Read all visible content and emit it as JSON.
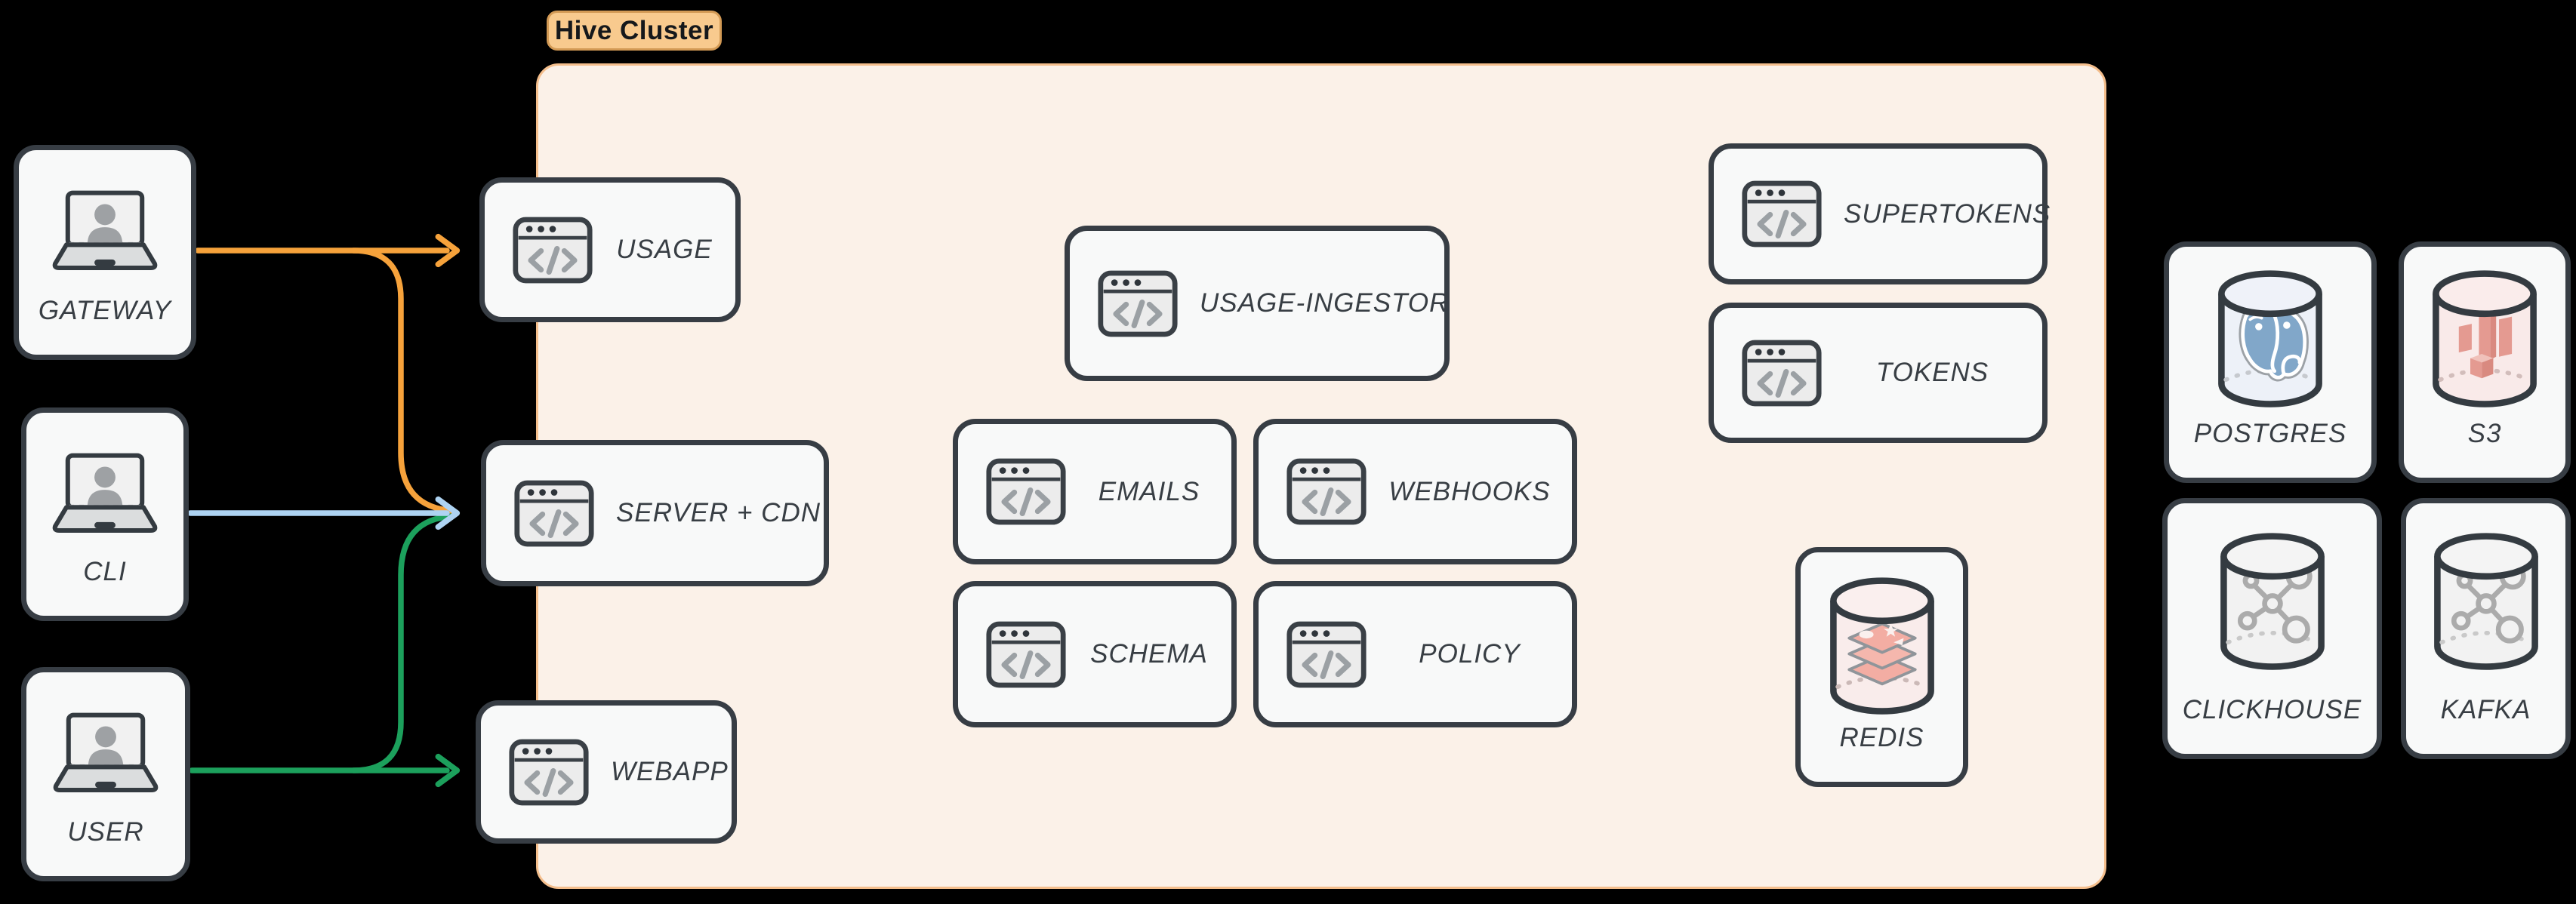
{
  "diagram": {
    "type": "architecture",
    "cluster": {
      "label": "Hive Cluster",
      "fill": "#FBF1E8",
      "border": "#F4BE8C",
      "label_bg": "#F8CA8E",
      "label_border": "#D39A55"
    },
    "clients": {
      "gateway": {
        "label": "GATEWAY",
        "icon": "laptop-user-icon"
      },
      "cli": {
        "label": "CLI",
        "icon": "laptop-user-icon"
      },
      "user": {
        "label": "USER",
        "icon": "laptop-user-icon"
      }
    },
    "services": {
      "usage": {
        "label": "USAGE",
        "icon": "code-window-icon"
      },
      "server_cdn": {
        "label": "SERVER + CDN",
        "icon": "code-window-icon"
      },
      "webapp": {
        "label": "WEBAPP",
        "icon": "code-window-icon"
      },
      "usage_ingestor": {
        "label": "USAGE-INGESTOR",
        "icon": "code-window-icon"
      },
      "emails": {
        "label": "EMAILS",
        "icon": "code-window-icon"
      },
      "webhooks": {
        "label": "WEBHOOKS",
        "icon": "code-window-icon"
      },
      "schema": {
        "label": "SCHEMA",
        "icon": "code-window-icon"
      },
      "policy": {
        "label": "POLICY",
        "icon": "code-window-icon"
      },
      "supertokens": {
        "label": "SUPERTOKENS",
        "icon": "code-window-icon"
      },
      "tokens": {
        "label": "TOKENS",
        "icon": "code-window-icon"
      }
    },
    "datastores": {
      "redis": {
        "label": "REDIS",
        "icon": "redis-database-icon",
        "inside_cluster": true
      },
      "postgres": {
        "label": "POSTGRES",
        "icon": "postgres-database-icon",
        "inside_cluster": false
      },
      "s3": {
        "label": "S3",
        "icon": "s3-database-icon",
        "inside_cluster": false
      },
      "clickhouse": {
        "label": "CLICKHOUSE",
        "icon": "clickhouse-database-icon",
        "inside_cluster": false
      },
      "kafka": {
        "label": "KAFKA",
        "icon": "kafka-database-icon",
        "inside_cluster": false
      }
    },
    "edges": [
      {
        "from": "gateway",
        "to": "usage",
        "color_key": "orange"
      },
      {
        "from": "gateway",
        "to": "server_cdn",
        "color_key": "orange"
      },
      {
        "from": "cli",
        "to": "server_cdn",
        "color_key": "blue"
      },
      {
        "from": "user",
        "to": "webapp",
        "color_key": "green"
      },
      {
        "from": "user",
        "to": "server_cdn",
        "color_key": "green"
      }
    ],
    "colors": {
      "orange": "#F6A23B",
      "blue": "#AED3F2",
      "green": "#1CA05C",
      "node_border": "#373D44",
      "node_fill": "#F8F9F9",
      "background": "#000000"
    }
  }
}
